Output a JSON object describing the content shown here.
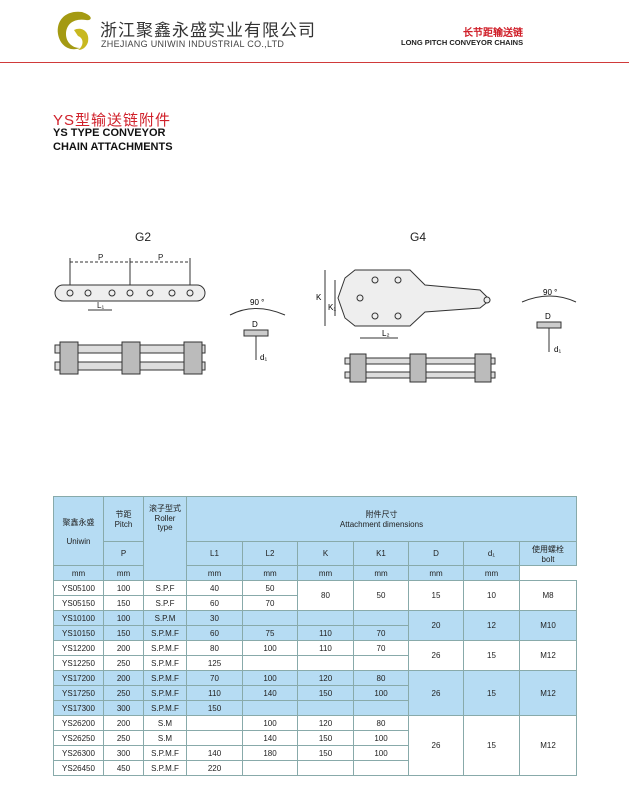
{
  "header": {
    "company_cn": "浙江聚鑫永盛实业有限公司",
    "company_en": "ZHEJIANG UNIWIN  INDUSTRIAL CO.,LTD",
    "category_cn": "长节距输送链",
    "category_en": "LONG PITCH CONVEYOR CHAINS"
  },
  "title": {
    "cn": "YS型输送链附件",
    "en_line1": "YS TYPE CONVEYOR",
    "en_line2": "CHAIN ATTACHMENTS"
  },
  "diagrams": {
    "g2": {
      "label": "G2",
      "p1": "P",
      "p2": "P",
      "l1": "L₁",
      "angle": "90 °",
      "d": "D",
      "d1": "d₁"
    },
    "g4": {
      "label": "G4",
      "k": "K",
      "k1": "K₁",
      "l2": "L₂",
      "angle": "90 °",
      "d": "D",
      "d1": "d₁"
    }
  },
  "table": {
    "h_brand_cn": "聚鑫永盛",
    "h_brand_en": "Uniwin",
    "h_pitch_cn": "节距",
    "h_pitch_en": "Pitch",
    "h_roller_cn": "滚子型式",
    "h_roller_en1": "Roller",
    "h_roller_en2": "type",
    "h_attach_cn": "附件尺寸",
    "h_attach_en": "Attachment dimensions",
    "h_p": "P",
    "cols": [
      "L1",
      "L2",
      "K",
      "K1",
      "D",
      "d₁"
    ],
    "h_bolt_cn": "使用螺栓",
    "h_bolt_en": "bolt",
    "unit": "mm",
    "groups": [
      {
        "highlight": false,
        "rows": [
          [
            "YS05100",
            "100",
            "S.P.F",
            "40",
            "50"
          ],
          [
            "YS05150",
            "150",
            "S.P.F",
            "60",
            "70"
          ]
        ],
        "merged": [
          "80",
          "50",
          "15",
          "10",
          "M8"
        ]
      },
      {
        "highlight": true,
        "rows": [
          [
            "YS10100",
            "100",
            "S.P.M",
            "30",
            "",
            "",
            ""
          ],
          [
            "YS10150",
            "150",
            "S.P.M.F",
            "60",
            "75",
            "110",
            "70"
          ]
        ],
        "merged": [
          "20",
          "12",
          "M10"
        ]
      },
      {
        "highlight": false,
        "rows": [
          [
            "YS12200",
            "200",
            "S.P.M.F",
            "80",
            "100",
            "110",
            "70"
          ],
          [
            "YS12250",
            "250",
            "S.P.M.F",
            "125",
            "",
            "",
            ""
          ]
        ],
        "merged": [
          "26",
          "15",
          "M12"
        ]
      },
      {
        "highlight": true,
        "rows": [
          [
            "YS17200",
            "200",
            "S.P.M.F",
            "70",
            "100",
            "120",
            "80"
          ],
          [
            "YS17250",
            "250",
            "S.P.M.F",
            "110",
            "140",
            "150",
            "100"
          ],
          [
            "YS17300",
            "300",
            "S.P.M.F",
            "150",
            "",
            "",
            ""
          ]
        ],
        "merged": [
          "26",
          "15",
          "M12"
        ]
      },
      {
        "highlight": false,
        "rows": [
          [
            "YS26200",
            "200",
            "S.M",
            "",
            "100",
            "120",
            "80"
          ],
          [
            "YS26250",
            "250",
            "S.M",
            "",
            "140",
            "150",
            "100"
          ],
          [
            "YS26300",
            "300",
            "S.P.M.F",
            "140",
            "180",
            "150",
            "100"
          ],
          [
            "YS26450",
            "450",
            "S.P.M.F",
            "220",
            "",
            "",
            ""
          ]
        ],
        "merged": [
          "26",
          "15",
          "M12"
        ]
      }
    ]
  }
}
